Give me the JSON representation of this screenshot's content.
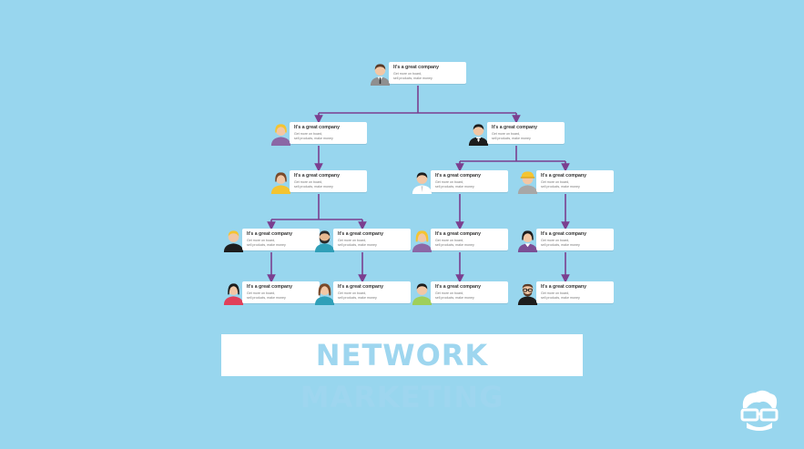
{
  "diagram": {
    "title": "NETWORK MARKETING",
    "card_title": "It's a great company",
    "card_line1": "Get more on board,",
    "card_line2": "sell products, make money"
  },
  "colors": {
    "background": "#98d6ee",
    "connector": "#7b3f8f",
    "banner_text": "#9ed6ef",
    "banner_bg": "#ffffff"
  },
  "nodes": [
    {
      "id": "n1",
      "avatar": "man-grey-suit-avatar"
    },
    {
      "id": "n2",
      "avatar": "blonde-woman-purple-avatar"
    },
    {
      "id": "n3",
      "avatar": "man-tuxedo-avatar"
    },
    {
      "id": "n4",
      "avatar": "brunette-woman-yellow-avatar"
    },
    {
      "id": "n5",
      "avatar": "man-white-shirt-avatar"
    },
    {
      "id": "n6",
      "avatar": "worker-hardhat-avatar"
    },
    {
      "id": "n7",
      "avatar": "blonde-man-black-avatar"
    },
    {
      "id": "n8",
      "avatar": "bearded-man-teal-avatar"
    },
    {
      "id": "n9",
      "avatar": "blonde-woman-violet-avatar"
    },
    {
      "id": "n10",
      "avatar": "dark-hair-woman-purple-avatar"
    },
    {
      "id": "n11",
      "avatar": "black-hair-woman-red-avatar"
    },
    {
      "id": "n12",
      "avatar": "brunette-woman-teal-avatar"
    },
    {
      "id": "n13",
      "avatar": "man-green-shirt-avatar"
    },
    {
      "id": "n14",
      "avatar": "glasses-man-black-avatar"
    }
  ],
  "links": [
    [
      "n1",
      "n2"
    ],
    [
      "n1",
      "n3"
    ],
    [
      "n2",
      "n4"
    ],
    [
      "n3",
      "n5"
    ],
    [
      "n3",
      "n6"
    ],
    [
      "n4",
      "n7"
    ],
    [
      "n4",
      "n8"
    ],
    [
      "n5",
      "n9"
    ],
    [
      "n6",
      "n10"
    ],
    [
      "n7",
      "n11"
    ],
    [
      "n8",
      "n12"
    ],
    [
      "n9",
      "n13"
    ],
    [
      "n10",
      "n14"
    ]
  ],
  "logo": {
    "icon": "nerd-glasses-logo-icon"
  }
}
